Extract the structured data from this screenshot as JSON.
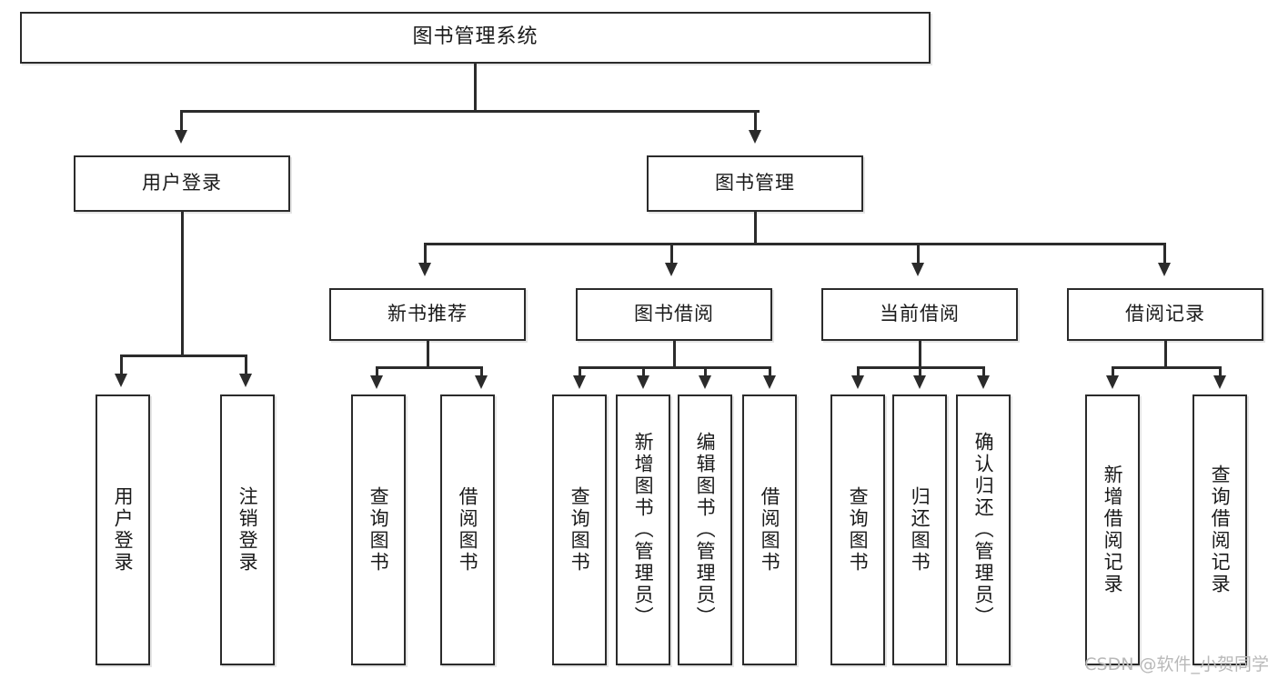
{
  "diagram": {
    "title": "图书管理系统",
    "type": "tree",
    "watermark": "CSDN @软件_小贺同学",
    "colors": {
      "stroke": "#2b2b2b",
      "fill": "#ffffff",
      "text": "#1a1a1a",
      "watermark": "#b9b9b9"
    },
    "levels": {
      "level1": [
        "图书管理系统"
      ],
      "level2": [
        "用户登录",
        "图书管理"
      ],
      "level3": [
        "新书推荐",
        "图书借阅",
        "当前借阅",
        "借阅记录"
      ],
      "level4": [
        "用户登录",
        "注销登录",
        "查询图书",
        "借阅图书",
        "查询图书",
        "新增图书（管理员）",
        "编辑图书（管理员）",
        "借阅图书",
        "查询图书",
        "归还图书",
        "确认归还（管理员）",
        "新增借阅记录",
        "查询借阅记录"
      ]
    },
    "nodes": {
      "root": {
        "label": "图书管理系统"
      },
      "user_login": {
        "label": "用户登录"
      },
      "book_mgmt": {
        "label": "图书管理"
      },
      "new_book_rec": {
        "label": "新书推荐"
      },
      "book_borrow": {
        "label": "图书借阅"
      },
      "current_borrow": {
        "label": "当前借阅"
      },
      "borrow_record": {
        "label": "借阅记录"
      },
      "leaf_user_login": {
        "label": "用户登录"
      },
      "leaf_logout": {
        "label": "注销登录"
      },
      "leaf_query_book_1": {
        "label": "查询图书"
      },
      "leaf_borrow_book_1": {
        "label": "借阅图书"
      },
      "leaf_query_book_2": {
        "label": "查询图书"
      },
      "leaf_add_book": {
        "label": "新增图书（管理员）"
      },
      "leaf_edit_book": {
        "label": "编辑图书（管理员）"
      },
      "leaf_borrow_book_2": {
        "label": "借阅图书"
      },
      "leaf_query_book_3": {
        "label": "查询图书"
      },
      "leaf_return_book": {
        "label": "归还图书"
      },
      "leaf_confirm_return": {
        "label": "确认归还（管理员）"
      },
      "leaf_add_record": {
        "label": "新增借阅记录"
      },
      "leaf_query_record": {
        "label": "查询借阅记录"
      }
    }
  }
}
